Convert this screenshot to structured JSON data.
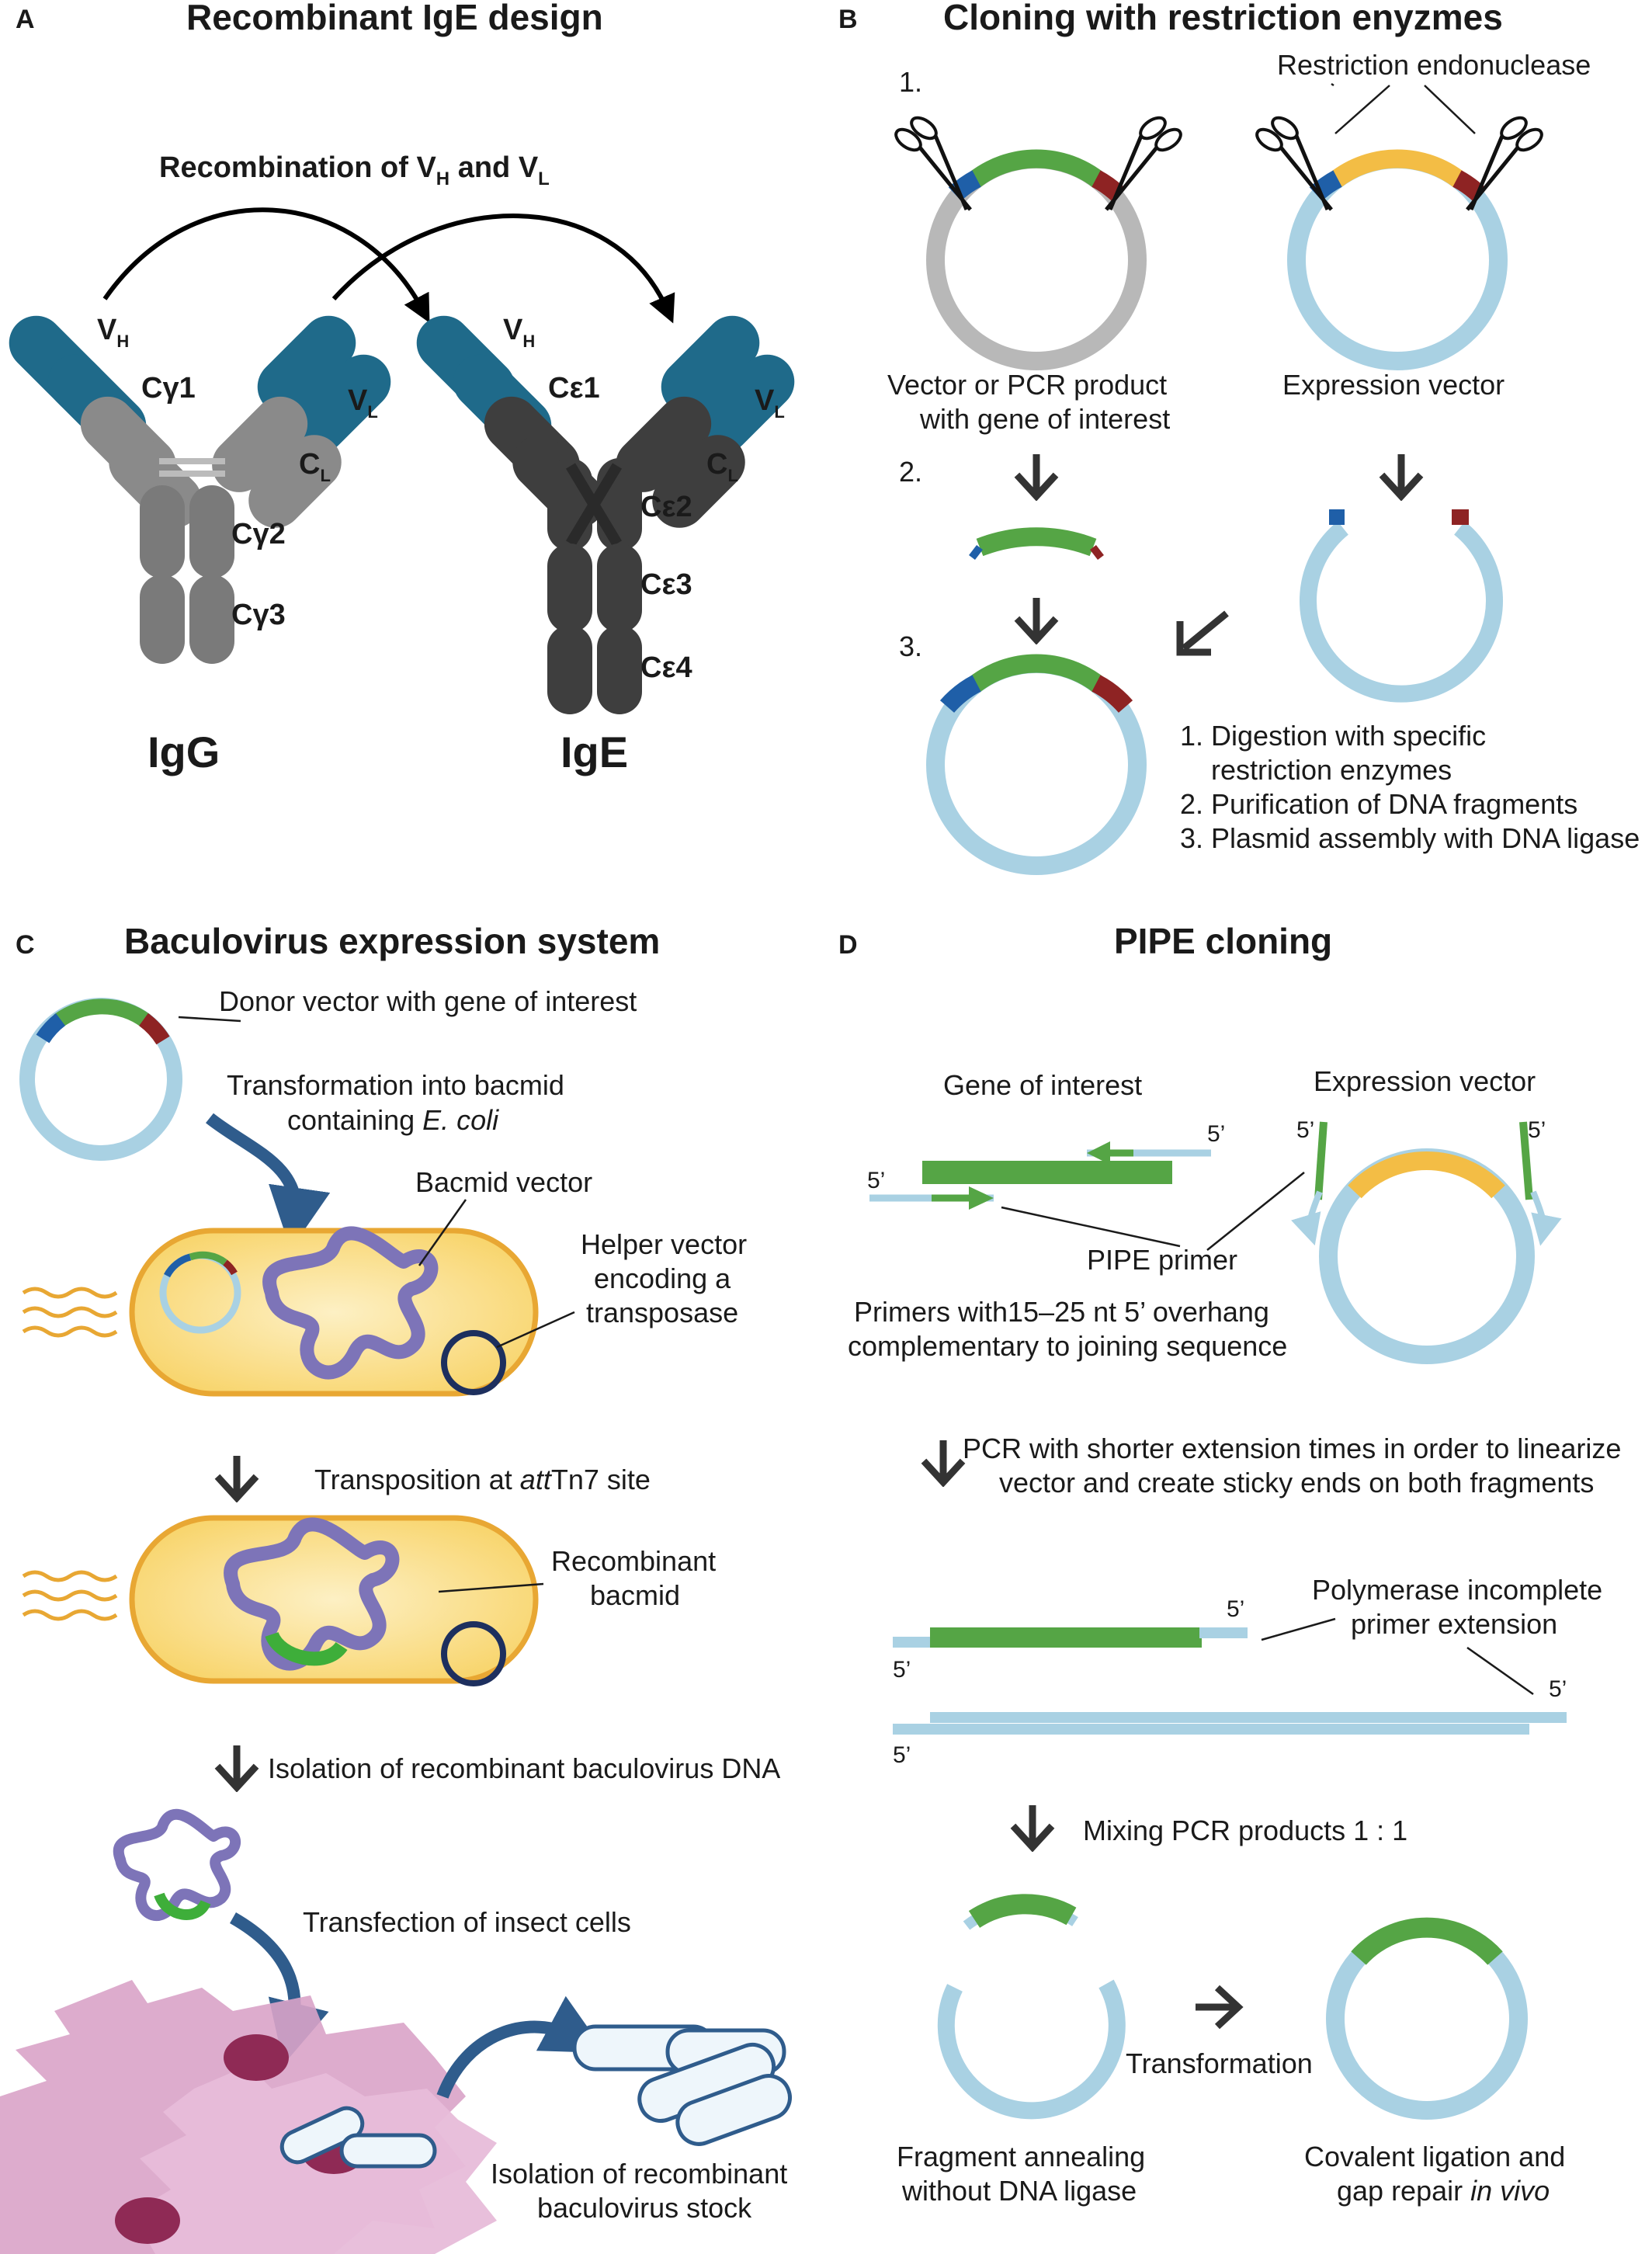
{
  "panelA": {
    "letter": "A",
    "title": "Recombinant IgE design",
    "recombination_main": "Recombination of V",
    "recombination_sub1": "H",
    "recombination_and": " and V",
    "recombination_sub2": "L",
    "vh_main": "V",
    "vh_sub": "H",
    "vl_main": "V",
    "vl_sub": "L",
    "cl_main": "C",
    "cl_sub": "L",
    "cg1": "Cγ1",
    "cg2": "Cγ2",
    "cg3": "Cγ3",
    "ce1": "Cε1",
    "ce2": "Cε2",
    "ce3": "Cε3",
    "ce4": "Cε4",
    "igg": "IgG",
    "ige": "IgE",
    "colors": {
      "variable": "#1f6a8a",
      "igg_constant": "#8a8a8a",
      "ige_constant": "#3e3e3e"
    }
  },
  "panelB": {
    "letter": "B",
    "title": "Cloning with restriction enyzmes",
    "step1": "1.",
    "step2": "2.",
    "step3": "3.",
    "restriction_label": "Restriction endonuclease",
    "vector_pcr_line1": "Vector or PCR product",
    "vector_pcr_line2": "with gene of interest",
    "expression_vector": "Expression vector",
    "legend1": "1. Digestion with specific",
    "legend1b": "restriction enzymes",
    "legend2": "2. Purification of DNA fragments",
    "legend3": "3. Plasmid assembly with DNA ligase"
  },
  "panelC": {
    "letter": "C",
    "title": "Baculovirus expression system",
    "donor": "Donor vector with gene of interest",
    "transformation_line1": "Transformation into bacmid",
    "transformation_line2a": "containing ",
    "transformation_line2b": "E. coli",
    "bacmid_vector": "Bacmid vector",
    "helper1": "Helper vector",
    "helper2": "encoding a",
    "helper3": "transposase",
    "transposition_a": "Transposition at ",
    "transposition_b": "att",
    "transposition_c": "Tn7 site",
    "recombinant1": "Recombinant",
    "recombinant2": "bacmid",
    "isolation_dna": "Isolation of recombinant baculovirus DNA",
    "transfection": "Transfection of insect cells",
    "stock1": "Isolation of recombinant",
    "stock2": "baculovirus stock"
  },
  "panelD": {
    "letter": "D",
    "title": "PIPE cloning",
    "gene_of_interest": "Gene of interest",
    "expression_vector": "Expression vector",
    "five_prime": "5’",
    "pipe_primer": "PIPE primer",
    "primers_line1": "Primers with15–25 nt 5’ overhang",
    "primers_line2": "complementary to joining sequence",
    "pcr_line1": "PCR with shorter extension times in order to linearize",
    "pcr_line2": "vector and create sticky ends on both fragments",
    "polymerase1": "Polymerase incomplete",
    "polymerase2": "primer extension",
    "mixing": "Mixing PCR products 1 : 1",
    "transformation": "Transformation",
    "annealing1": "Fragment annealing",
    "annealing2": "without DNA ligase",
    "covalent1": "Covalent ligation and",
    "covalent2a": "gap repair ",
    "covalent2b": "in vivo"
  },
  "colors": {
    "plasmid_blue": "#a9d1e3",
    "gene_green": "#55a545",
    "site_blue": "#1f5fa8",
    "site_red": "#8e2323",
    "insert_yellow": "#f3bd45",
    "gray_vector": "#b8b8b8",
    "bacmid_purple": "#7d74b8",
    "cell_yellow": "#f9d97a",
    "insect_pink": "#d9a3c8",
    "arrow_blue": "#2f5c8c",
    "arrow_dark": "#333333"
  }
}
